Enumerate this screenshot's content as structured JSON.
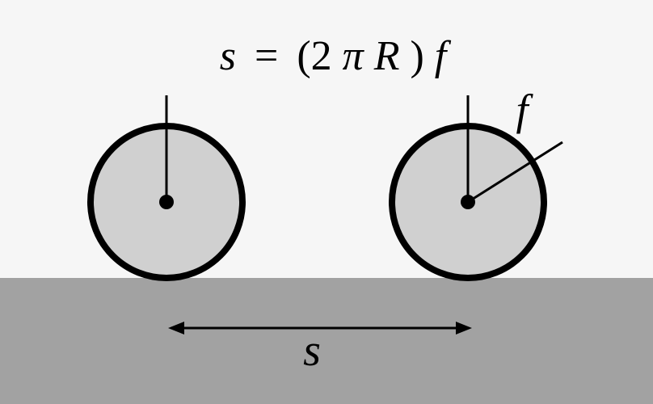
{
  "formula": {
    "s": "s",
    "equals": "=",
    "open_paren": "(2",
    "pi": "π",
    "R": "R",
    "close_paren": ")",
    "f": "f"
  },
  "labels": {
    "fraction_label": "f",
    "distance_label": "s"
  },
  "colors": {
    "background": "#f6f6f6",
    "ground": "#a2a2a2",
    "wheel_fill": "#d0d0d0",
    "stroke": "#000000"
  }
}
